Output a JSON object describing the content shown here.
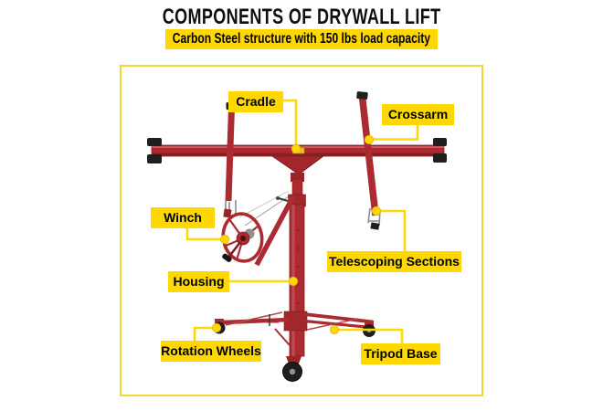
{
  "title": "COMPONENTS OF DRYWALL LIFT",
  "subtitle": "Carbon Steel structure with 150 lbs load capacity",
  "colors": {
    "label_yellow": "#FFD800",
    "frame_border_yellow": "#F2D733",
    "lift_red": "#AC2B31",
    "lift_red_dark": "#7C1B1F",
    "title_black": "#0F0F0F"
  },
  "labels": [
    {
      "id": "cradle",
      "text": "Cradle"
    },
    {
      "id": "crossarm",
      "text": "Crossarm"
    },
    {
      "id": "winch",
      "text": "Winch"
    },
    {
      "id": "housing",
      "text": "Housing"
    },
    {
      "id": "telescoping-sections",
      "text": "Telescoping Sections"
    },
    {
      "id": "rotation-wheels",
      "text": "Rotation Wheels"
    },
    {
      "id": "tripod-base",
      "text": "Tripod Base"
    }
  ]
}
